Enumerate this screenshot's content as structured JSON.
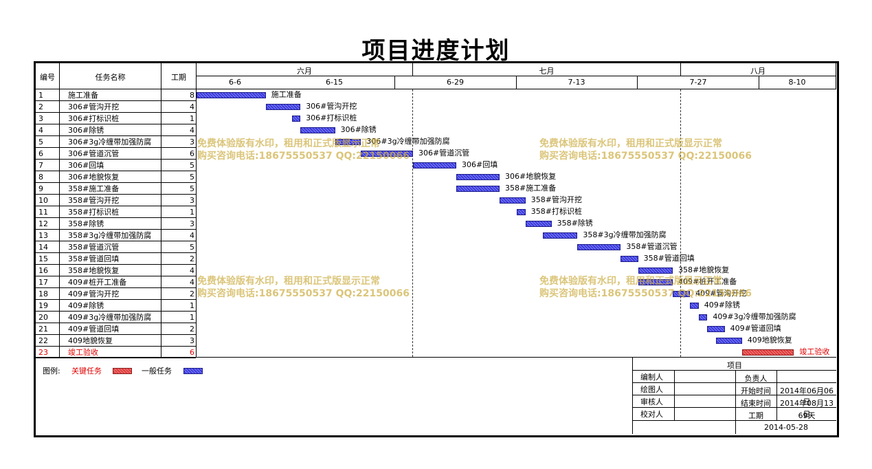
{
  "title": "项目进度计划",
  "columns": {
    "id": "编号",
    "name": "任务名称",
    "duration": "工期"
  },
  "months": [
    {
      "label": "六月"
    },
    {
      "label": "七月"
    },
    {
      "label": "八月"
    }
  ],
  "weeks": [
    "6-6",
    "6-15",
    "6-29",
    "7-13",
    "7-27",
    "8-10"
  ],
  "tasks": [
    {
      "id": "1",
      "name": "施工准备",
      "duration": "8",
      "start": 0,
      "days": 8,
      "critical": false
    },
    {
      "id": "2",
      "name": "306#管沟开挖",
      "duration": "4",
      "start": 8,
      "days": 4,
      "critical": false
    },
    {
      "id": "3",
      "name": "306#打标识桩",
      "duration": "1",
      "start": 11,
      "days": 1,
      "critical": false
    },
    {
      "id": "4",
      "name": "306#除锈",
      "duration": "4",
      "start": 12,
      "days": 4,
      "critical": false
    },
    {
      "id": "5",
      "name": "306#3g冷缠带加强防腐",
      "duration": "3",
      "start": 16,
      "days": 3,
      "critical": false
    },
    {
      "id": "6",
      "name": "306#管道沉管",
      "duration": "6",
      "start": 19,
      "days": 6,
      "critical": false
    },
    {
      "id": "7",
      "name": "306#回填",
      "duration": "5",
      "start": 25,
      "days": 5,
      "critical": false
    },
    {
      "id": "8",
      "name": "306#地貌恢复",
      "duration": "5",
      "start": 30,
      "days": 5,
      "critical": false
    },
    {
      "id": "9",
      "name": "358#施工准备",
      "duration": "5",
      "start": 30,
      "days": 5,
      "critical": false
    },
    {
      "id": "10",
      "name": "358#管沟开挖",
      "duration": "3",
      "start": 35,
      "days": 3,
      "critical": false
    },
    {
      "id": "11",
      "name": "358#打标识桩",
      "duration": "1",
      "start": 37,
      "days": 1,
      "critical": false
    },
    {
      "id": "12",
      "name": "358#除锈",
      "duration": "3",
      "start": 38,
      "days": 3,
      "critical": false
    },
    {
      "id": "13",
      "name": "358#3g冷缠带加强防腐",
      "duration": "4",
      "start": 40,
      "days": 4,
      "critical": false
    },
    {
      "id": "14",
      "name": "358#管道沉管",
      "duration": "5",
      "start": 44,
      "days": 5,
      "critical": false
    },
    {
      "id": "15",
      "name": "358#管道回填",
      "duration": "2",
      "start": 49,
      "days": 2,
      "critical": false
    },
    {
      "id": "16",
      "name": "358#地貌恢复",
      "duration": "4",
      "start": 51,
      "days": 4,
      "critical": false
    },
    {
      "id": "17",
      "name": "409#桩开工准备",
      "duration": "4",
      "start": 51,
      "days": 4,
      "critical": false
    },
    {
      "id": "18",
      "name": "409#管沟开挖",
      "duration": "2",
      "start": 55,
      "days": 2,
      "critical": false
    },
    {
      "id": "19",
      "name": "409#除锈",
      "duration": "1",
      "start": 57,
      "days": 1,
      "critical": false
    },
    {
      "id": "20",
      "name": "409#3g冷缠带加强防腐",
      "duration": "1",
      "start": 58,
      "days": 1,
      "critical": false
    },
    {
      "id": "21",
      "name": "409#管道回填",
      "duration": "2",
      "start": 59,
      "days": 2,
      "critical": false
    },
    {
      "id": "22",
      "name": "409地貌恢复",
      "duration": "3",
      "start": 60,
      "days": 3,
      "critical": false
    },
    {
      "id": "23",
      "name": "竣工验收",
      "duration": "6",
      "start": 63,
      "days": 6,
      "critical": true
    }
  ],
  "legend": {
    "label": "图例:",
    "critical": "关键任务",
    "normal": "一般任务"
  },
  "info": {
    "header": "项目",
    "editor": "编制人",
    "drafter": "绘图人",
    "reviewer": "审核人",
    "checker": "校对人",
    "owner": "负责人",
    "start_label": "开始时间",
    "start_value": "2014年06月06日",
    "end_label": "结束时间",
    "end_value": "2014年08月13日",
    "duration_label": "工期",
    "duration_value": "69天",
    "date": "2014-05-28"
  },
  "watermark": {
    "line1": "免费体验版有水印，租用和正式版显示正常",
    "line2": "购买咨询电话:18675550537 QQ:22150066"
  },
  "colors": {
    "normal_bar": "#3a3ae0",
    "critical_bar": "#e03a3a",
    "critical_text": "#e00000"
  }
}
